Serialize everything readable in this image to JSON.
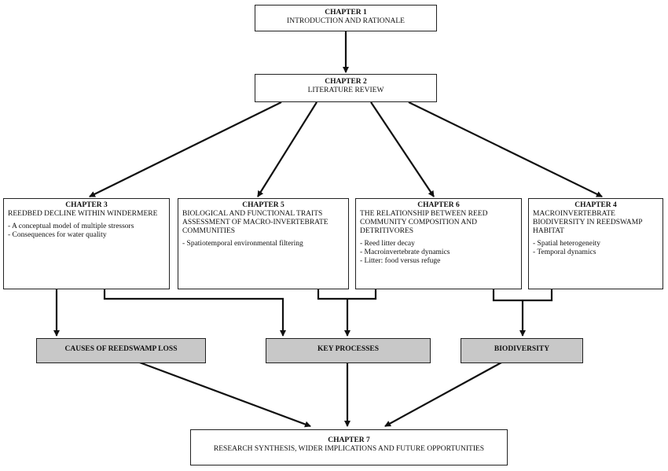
{
  "chapter1": {
    "heading": "CHAPTER 1",
    "title": "INTRODUCTION AND RATIONALE"
  },
  "chapter2": {
    "heading": "CHAPTER 2",
    "title": "LITERATURE REVIEW"
  },
  "chapter3": {
    "heading": "CHAPTER 3",
    "title": "REEDBED DECLINE WITHIN WINDERMERE",
    "bullets": [
      "- A conceptual model of multiple stressors",
      "-  Consequences for water quality"
    ]
  },
  "chapter5": {
    "heading": "CHAPTER 5",
    "title": "BIOLOGICAL AND FUNCTIONAL TRAITS ASSESSMENT OF MACRO-INVERTEBRATE COMMUNITIES",
    "bullets": [
      "- Spatiotemporal environmental filtering"
    ]
  },
  "chapter6": {
    "heading": "CHAPTER 6",
    "title": "THE RELATIONSHIP BETWEEN REED COMMUNITY COMPOSITION AND DETRITIVORES",
    "bullets": [
      "- Reed litter decay",
      "- Macroinvertebrate dynamics",
      "- Litter: food versus refuge"
    ]
  },
  "chapter4": {
    "heading": "CHAPTER 4",
    "title": "MACROINVERTEBRATE BIODIVERSITY IN REEDSWAMP HABITAT",
    "bullets": [
      "- Spatial heterogeneity",
      "- Temporal dynamics"
    ]
  },
  "themes": {
    "causes": "CAUSES OF REEDSWAMP LOSS",
    "key_processes": "KEY PROCESSES",
    "biodiversity": "BIODIVERSITY"
  },
  "chapter7": {
    "heading": "CHAPTER 7",
    "title": "RESEARCH SYNTHESIS, WIDER IMPLICATIONS AND FUTURE OPPORTUNITIES"
  },
  "colors": {
    "line": "#111111",
    "theme_fill": "#c8c8c8"
  }
}
